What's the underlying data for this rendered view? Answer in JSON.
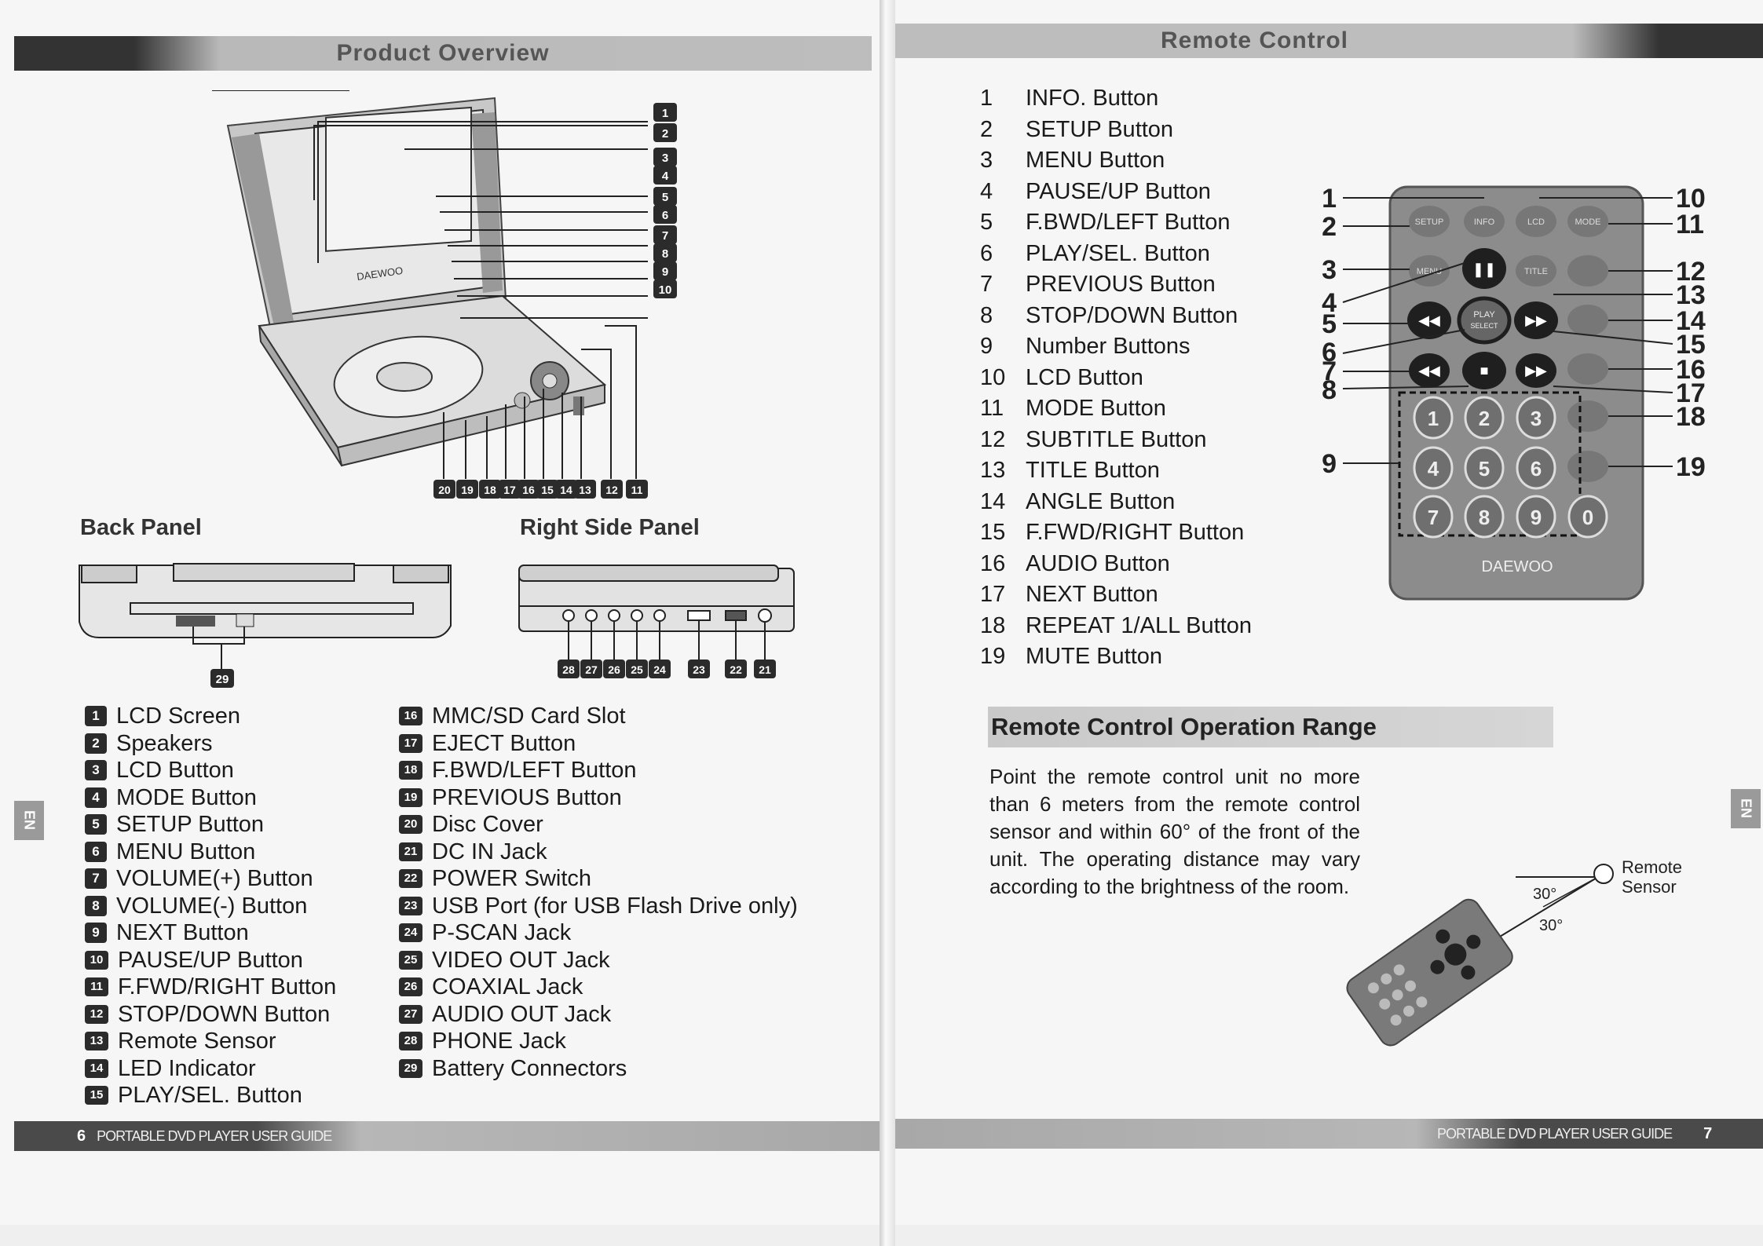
{
  "left_page": {
    "header": "Product Overview",
    "back_panel_label": "Back Panel",
    "right_side_panel_label": "Right Side Panel",
    "brand_on_device": "DAEWOO",
    "diagram_callouts_right": [
      "1",
      "2",
      "3",
      "4",
      "5",
      "6",
      "7",
      "8",
      "9",
      "10"
    ],
    "diagram_callouts_bottom": [
      "20",
      "19",
      "18",
      "17",
      "16",
      "15",
      "14",
      "13",
      "12",
      "11"
    ],
    "back_panel_callouts": [
      "29"
    ],
    "side_panel_callouts": [
      "28",
      "27",
      "26",
      "25",
      "24",
      "23",
      "22",
      "21"
    ],
    "legend_col1": [
      {
        "num": "1",
        "text": "LCD Screen"
      },
      {
        "num": "2",
        "text": "Speakers"
      },
      {
        "num": "3",
        "text": "LCD Button"
      },
      {
        "num": "4",
        "text": "MODE Button"
      },
      {
        "num": "5",
        "text": "SETUP Button"
      },
      {
        "num": "6",
        "text": "MENU Button"
      },
      {
        "num": "7",
        "text": "VOLUME(+) Button"
      },
      {
        "num": "8",
        "text": "VOLUME(-) Button"
      },
      {
        "num": "9",
        "text": "NEXT Button"
      },
      {
        "num": "10",
        "text": "PAUSE/UP Button"
      },
      {
        "num": "11",
        "text": "F.FWD/RIGHT Button"
      },
      {
        "num": "12",
        "text": "STOP/DOWN Button"
      },
      {
        "num": "13",
        "text": "Remote Sensor"
      },
      {
        "num": "14",
        "text": "LED Indicator"
      },
      {
        "num": "15",
        "text": "PLAY/SEL. Button"
      }
    ],
    "legend_col2": [
      {
        "num": "16",
        "text": "MMC/SD Card Slot"
      },
      {
        "num": "17",
        "text": "EJECT Button"
      },
      {
        "num": "18",
        "text": "F.BWD/LEFT Button"
      },
      {
        "num": "19",
        "text": "PREVIOUS Button"
      },
      {
        "num": "20",
        "text": "Disc Cover"
      },
      {
        "num": "21",
        "text": "DC IN Jack"
      },
      {
        "num": "22",
        "text": "POWER Switch"
      },
      {
        "num": "23",
        "text": "USB Port (for USB Flash Drive only)"
      },
      {
        "num": "24",
        "text": "P-SCAN Jack"
      },
      {
        "num": "25",
        "text": "VIDEO OUT Jack"
      },
      {
        "num": "26",
        "text": "COAXIAL Jack"
      },
      {
        "num": "27",
        "text": "AUDIO OUT Jack"
      },
      {
        "num": "28",
        "text": "PHONE Jack"
      },
      {
        "num": "29",
        "text": "Battery Connectors"
      }
    ],
    "footer_page": "6",
    "footer_title": "PORTABLE DVD PLAYER USER GUIDE",
    "lang_tab": "EN"
  },
  "right_page": {
    "header": "Remote Control",
    "list": [
      {
        "num": "1",
        "text": "INFO. Button"
      },
      {
        "num": "2",
        "text": "SETUP Button"
      },
      {
        "num": "3",
        "text": "MENU Button"
      },
      {
        "num": "4",
        "text": "PAUSE/UP Button"
      },
      {
        "num": "5",
        "text": "F.BWD/LEFT Button"
      },
      {
        "num": "6",
        "text": "PLAY/SEL. Button"
      },
      {
        "num": "7",
        "text": "PREVIOUS Button"
      },
      {
        "num": "8",
        "text": "STOP/DOWN Button"
      },
      {
        "num": "9",
        "text": "Number Buttons"
      },
      {
        "num": "10",
        "text": "LCD Button"
      },
      {
        "num": "11",
        "text": "MODE Button"
      },
      {
        "num": "12",
        "text": "SUBTITLE Button"
      },
      {
        "num": "13",
        "text": "TITLE Button"
      },
      {
        "num": "14",
        "text": "ANGLE Button"
      },
      {
        "num": "15",
        "text": "F.FWD/RIGHT Button"
      },
      {
        "num": "16",
        "text": "AUDIO Button"
      },
      {
        "num": "17",
        "text": "NEXT Button"
      },
      {
        "num": "18",
        "text": "REPEAT 1/ALL Button"
      },
      {
        "num": "19",
        "text": "MUTE Button"
      }
    ],
    "remote_callouts_left": [
      "1",
      "2",
      "3",
      "4",
      "5",
      "6",
      "7",
      "8",
      "9"
    ],
    "remote_callouts_right": [
      "10",
      "11",
      "12",
      "13",
      "14",
      "15",
      "16",
      "17",
      "18",
      "19"
    ],
    "remote_top_keys": [
      "SETUP",
      "INFO",
      "LCD",
      "MODE"
    ],
    "remote_keys": {
      "menu": "MENU",
      "title": "TITLE",
      "play": "PLAY",
      "select": "SELECT"
    },
    "remote_digits": [
      "1",
      "2",
      "3",
      "4",
      "5",
      "6",
      "7",
      "8",
      "9",
      "0"
    ],
    "remote_brand": "DAEWOO",
    "range_title": "Remote Control Operation Range",
    "range_text": "Point the remote control unit no more than 6 meters from the remote control sensor and within 60° of the front of the unit. The operating distance may vary according to the brightness of the room.",
    "angle_top": "30°",
    "angle_bottom": "30°",
    "sensor_label_line1": "Remote",
    "sensor_label_line2": "Sensor",
    "footer_title": "PORTABLE DVD PLAYER USER GUIDE",
    "footer_page": "7",
    "lang_tab": "EN"
  }
}
